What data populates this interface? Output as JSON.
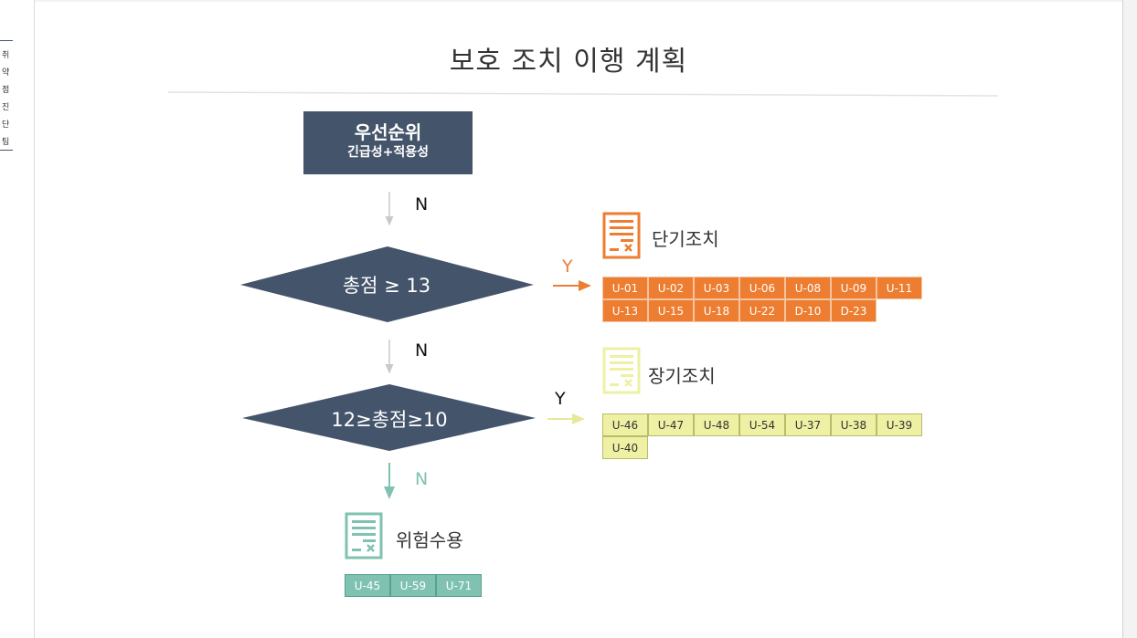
{
  "sidebar": {
    "chars": [
      "취",
      "약",
      "점",
      "진",
      "단",
      "팀"
    ]
  },
  "title": "보호 조치 이행 계획",
  "priority": {
    "line1": "우선순위",
    "line2": "긴급성+적용성"
  },
  "decision1": {
    "text": "총점 ≥ 13",
    "yes": "Y",
    "no": "N"
  },
  "decision2": {
    "text": "12≥총점≥10",
    "yes": "Y",
    "no": "N"
  },
  "top_no": "N",
  "short_term": {
    "label": "단기조치",
    "items": [
      "U-01",
      "U-02",
      "U-03",
      "U-06",
      "U-08",
      "U-09",
      "U-11",
      "U-13",
      "U-15",
      "U-18",
      "U-22",
      "D-10",
      "D-23"
    ]
  },
  "long_term": {
    "label": "장기조치",
    "items": [
      "U-46",
      "U-47",
      "U-48",
      "U-54",
      "U-37",
      "U-38",
      "U-39",
      "U-40"
    ]
  },
  "risk_accept": {
    "label": "위험수용",
    "items": [
      "U-45",
      "U-59",
      "U-71"
    ]
  },
  "colors": {
    "navy": "#44546a",
    "orange": "#ed7d31",
    "yellow": "#eef0a3",
    "teal": "#7fc2b2"
  },
  "icons": [
    "document-icon-orange",
    "document-icon-yellow",
    "document-icon-teal"
  ]
}
